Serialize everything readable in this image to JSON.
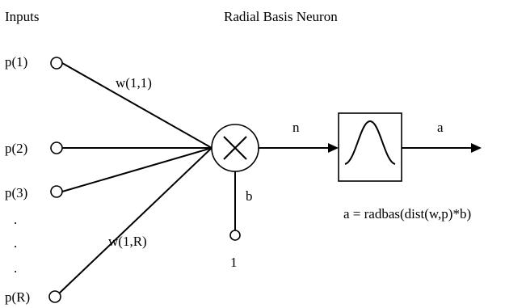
{
  "labels": {
    "inputs_heading": "Inputs",
    "neuron_heading": "Radial Basis Neuron",
    "input_p1": "p(1)",
    "input_p2": "p(2)",
    "input_p3": "p(3)",
    "input_pR": "p(R)",
    "ellipsis_dot": ".",
    "weight_first": "w(1,1)",
    "weight_last": "w(1,R)",
    "bias_label": "b",
    "bias_input_value": "1",
    "net_input_label": "n",
    "output_label": "a",
    "transfer_equation": "a = radbas(dist(w,p)*b)"
  },
  "icons": {
    "summation": "multiply-circle-icon",
    "transfer": "radbas-bell-curve-icon",
    "output": "arrow-right-icon"
  },
  "colors": {
    "ink": "#000000",
    "background": "#ffffff"
  }
}
